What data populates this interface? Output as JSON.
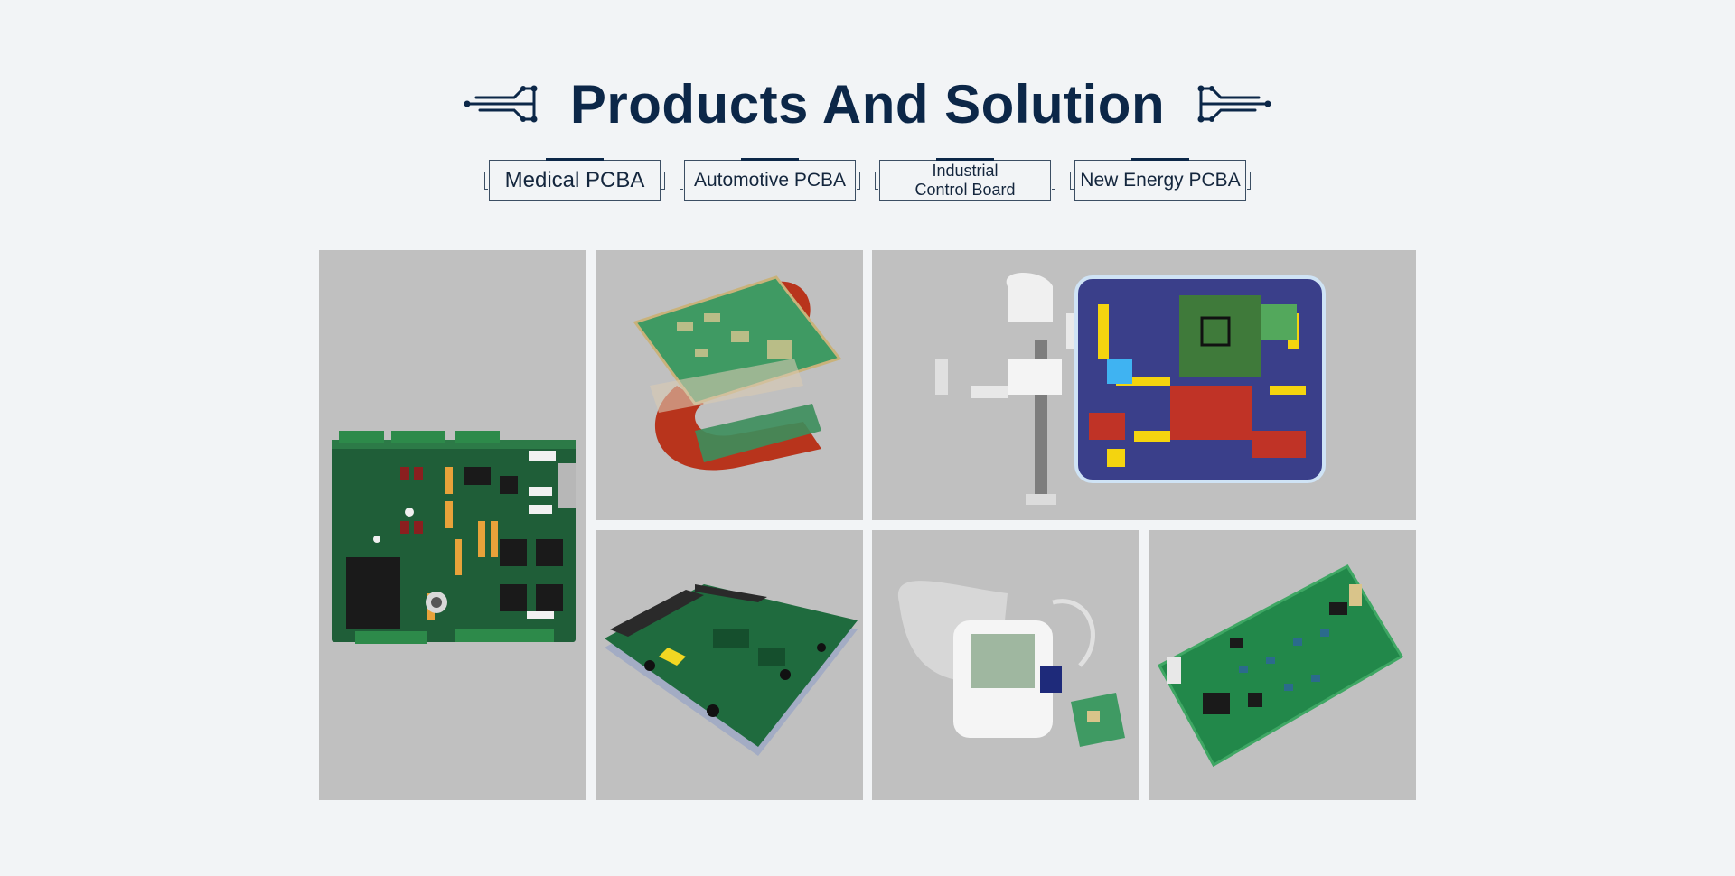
{
  "section": {
    "title": "Products And Solution"
  },
  "tabs": [
    {
      "label": "Medical PCBA"
    },
    {
      "label": "Automotive PCBA"
    },
    {
      "label": "Industrial Control Board"
    },
    {
      "label": "New Energy PCBA"
    }
  ],
  "gallery": {
    "tiles": [
      {
        "name": "control-board-image"
      },
      {
        "name": "flex-pcb-image"
      },
      {
        "name": "medical-xray-pcb-image"
      },
      {
        "name": "automotive-module-image"
      },
      {
        "name": "blood-pressure-monitor-image"
      },
      {
        "name": "green-pcb-board-image"
      }
    ]
  },
  "colors": {
    "background": "#f2f4f6",
    "title": "#0c2748",
    "tile_background": "#c0c0c0",
    "pcb_green": "#1f6b3e"
  },
  "icons": [
    "circuit-left-icon",
    "circuit-right-icon"
  ]
}
